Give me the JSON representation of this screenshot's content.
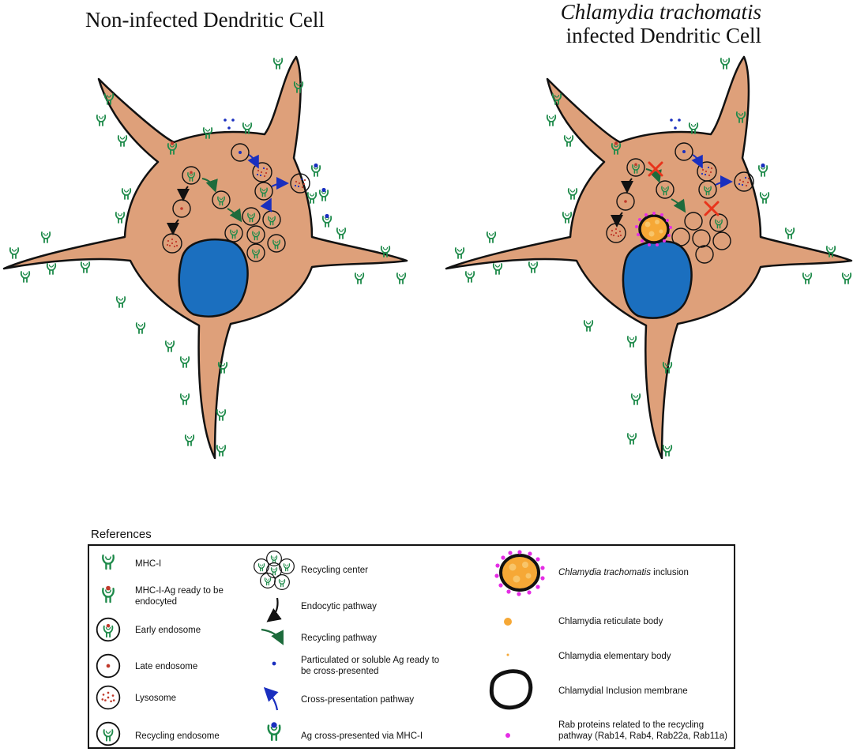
{
  "titles": {
    "left": "Non-infected Dendritic Cell",
    "right_italic": "Chlamydia trachomatis",
    "right_regular": "infected Dendritic Cell"
  },
  "references": {
    "heading": "References",
    "col1": [
      {
        "label": "MHC-I"
      },
      {
        "label": "MHC-I-Ag ready to be endocyted"
      },
      {
        "label": "Early endosome"
      },
      {
        "label": "Late endosome"
      },
      {
        "label": "Lysosome"
      },
      {
        "label": "Recycling endosome"
      }
    ],
    "col2": [
      {
        "label": "Recycling center"
      },
      {
        "label": "Endocytic pathway"
      },
      {
        "label": "Recycling pathway"
      },
      {
        "label": "Particulated or soluble Ag ready to be cross-presented"
      },
      {
        "label": "Cross-presentation pathway"
      },
      {
        "label": "Ag cross-presented via MHC-I"
      }
    ],
    "col3": [
      {
        "label_italic": "Chlamydia trachomatis",
        "label": "inclusion"
      },
      {
        "label": "Chlamydia reticulate body"
      },
      {
        "label": "Chlamydia elementary body"
      },
      {
        "label": "Chlamydial Inclusion membrane"
      },
      {
        "label": "Rab proteins related to the recycling pathway (Rab14, Rab4, Rab22a, Rab11a)"
      }
    ]
  },
  "colors": {
    "cytoplasm": "#dea07a",
    "nucleus": "#1b6fbf",
    "mhc_green": "#1e8a4a",
    "antigen_red": "#c0392b",
    "antigen_blue": "#1a2fbf",
    "recycling_arrow": "#1d6b3c",
    "block_x": "#e8341c",
    "inclusion_fill": "#f6a836",
    "rab_magenta": "#e52ee5"
  }
}
